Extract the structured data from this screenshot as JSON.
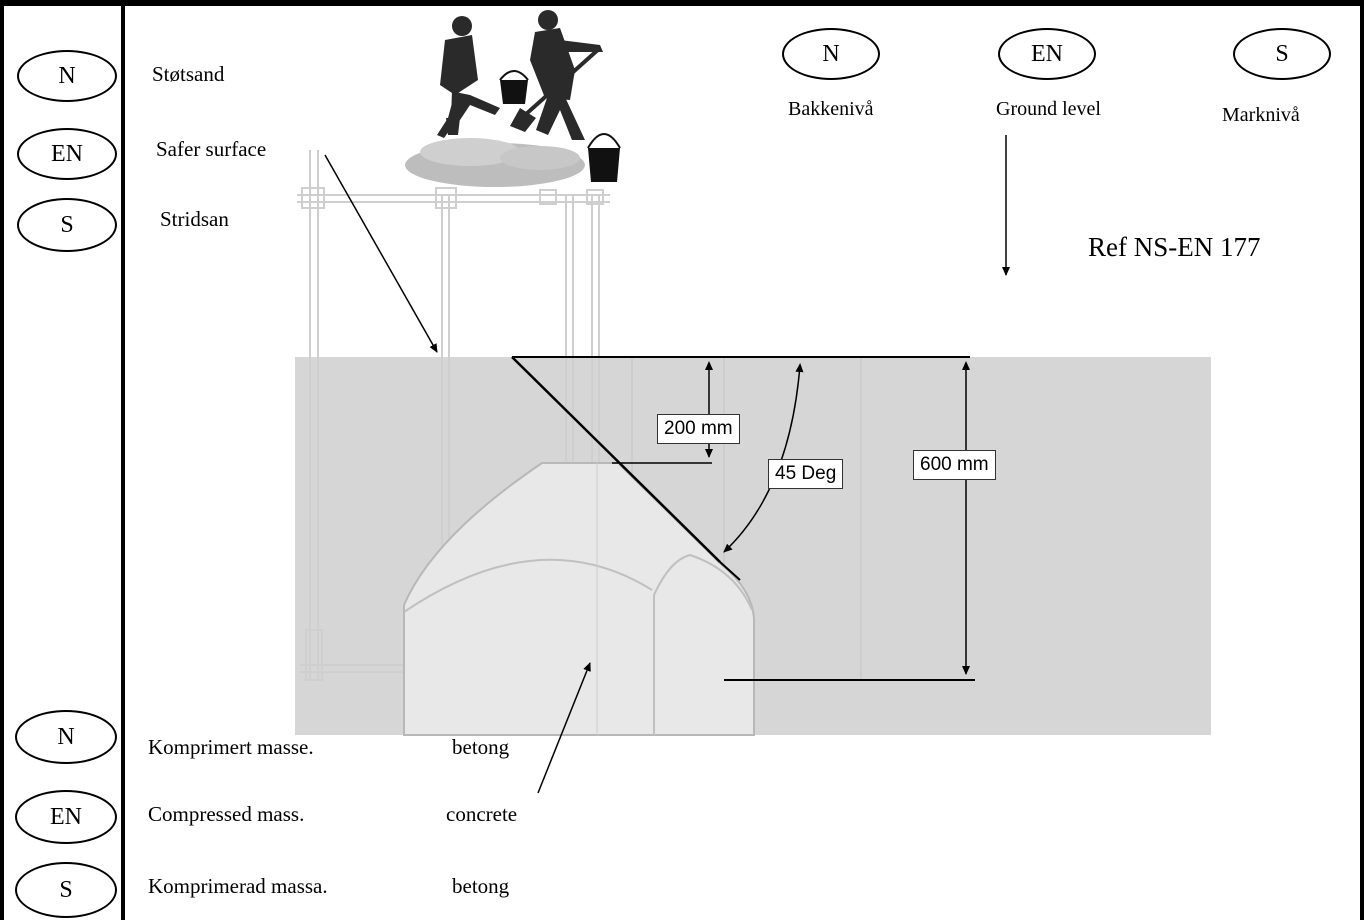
{
  "lang_codes": {
    "n": "N",
    "en": "EN",
    "s": "S"
  },
  "left_labels": {
    "top": [
      "Støtsand",
      "Safer surface",
      "Stridsan"
    ],
    "bottom_mass": [
      "Komprimert masse.",
      "Compressed mass.",
      "Komprimerad massa."
    ],
    "bottom_material": [
      "betong",
      "concrete",
      "betong"
    ]
  },
  "ground_level": {
    "codes": [
      "N",
      "EN",
      "S"
    ],
    "labels": [
      "Bakkenivå",
      "Ground level",
      "Marknivå"
    ]
  },
  "reference": "Ref NS-EN 177",
  "dimensions": {
    "depth_top": "200 mm",
    "angle": "45 Deg",
    "depth_total": "600 mm"
  },
  "colors": {
    "ground": "#d6d6d6",
    "foundation": "#e8e8e8",
    "frame": "#000000"
  },
  "icons": [
    "workers-shoveling-icon"
  ]
}
